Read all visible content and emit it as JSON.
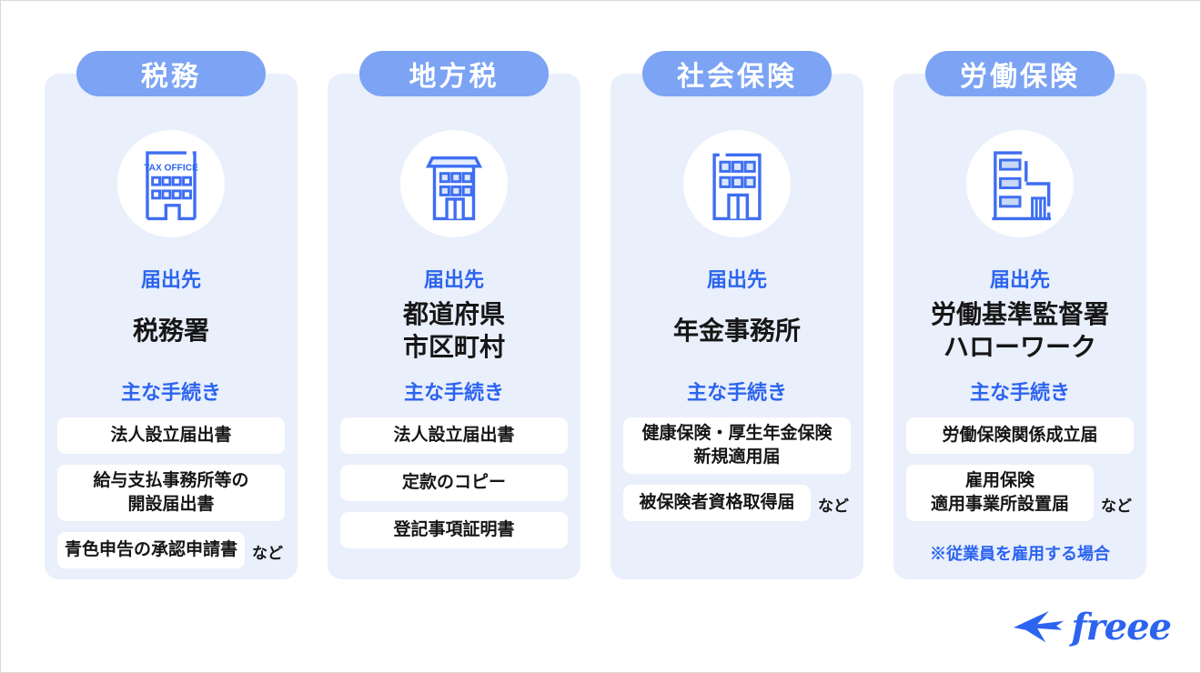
{
  "labels": {
    "destination": "届出先",
    "procedures": "主な手続き"
  },
  "colors": {
    "pill_blue": "#7ca3f4",
    "card_background": "#e9effb",
    "accent_blue": "#2c64f0",
    "icon_stroke_blue": "#3e6ef2",
    "icon_fill_light_blue": "#dbe6fa",
    "text_black": "#161616",
    "box_white": "#ffffff"
  },
  "columns": [
    {
      "title": "税務",
      "icon": "tax-office-building",
      "icon_caption": "TAX OFFICE",
      "destination": {
        "line1": "税務署",
        "line2": ""
      },
      "procedures": [
        {
          "line1": "法人設立届出書",
          "line2": "",
          "etc": ""
        },
        {
          "line1": "給与支払事務所等の",
          "line2": "開設届出書",
          "etc": ""
        },
        {
          "line1": "青色申告の承認申請書",
          "line2": "",
          "etc": "など"
        }
      ],
      "note": ""
    },
    {
      "title": "地方税",
      "icon": "government-building",
      "destination": {
        "line1": "都道府県",
        "line2": "市区町村"
      },
      "procedures": [
        {
          "line1": "法人設立届出書",
          "line2": "",
          "etc": ""
        },
        {
          "line1": "定款のコピー",
          "line2": "",
          "etc": ""
        },
        {
          "line1": "登記事項証明書",
          "line2": "",
          "etc": ""
        }
      ],
      "note": ""
    },
    {
      "title": "社会保険",
      "icon": "office-building",
      "destination": {
        "line1": "年金事務所",
        "line2": ""
      },
      "procedures": [
        {
          "line1": "健康保険・厚生年金保険",
          "line2": "新規適用届",
          "etc": ""
        },
        {
          "line1": "被保険者資格取得届",
          "line2": "",
          "etc": "など"
        }
      ],
      "note": ""
    },
    {
      "title": "労働保険",
      "icon": "labor-office-building",
      "destination": {
        "line1": "労働基準監督署",
        "line2": "ハローワーク"
      },
      "procedures": [
        {
          "line1": "労働保険関係成立届",
          "line2": "",
          "etc": ""
        },
        {
          "line1": "雇用保険",
          "line2": "適用事業所設置届",
          "etc": "など"
        }
      ],
      "note": "※従業員を雇用する場合"
    }
  ],
  "footer": {
    "brand_logo_text": "freee"
  }
}
